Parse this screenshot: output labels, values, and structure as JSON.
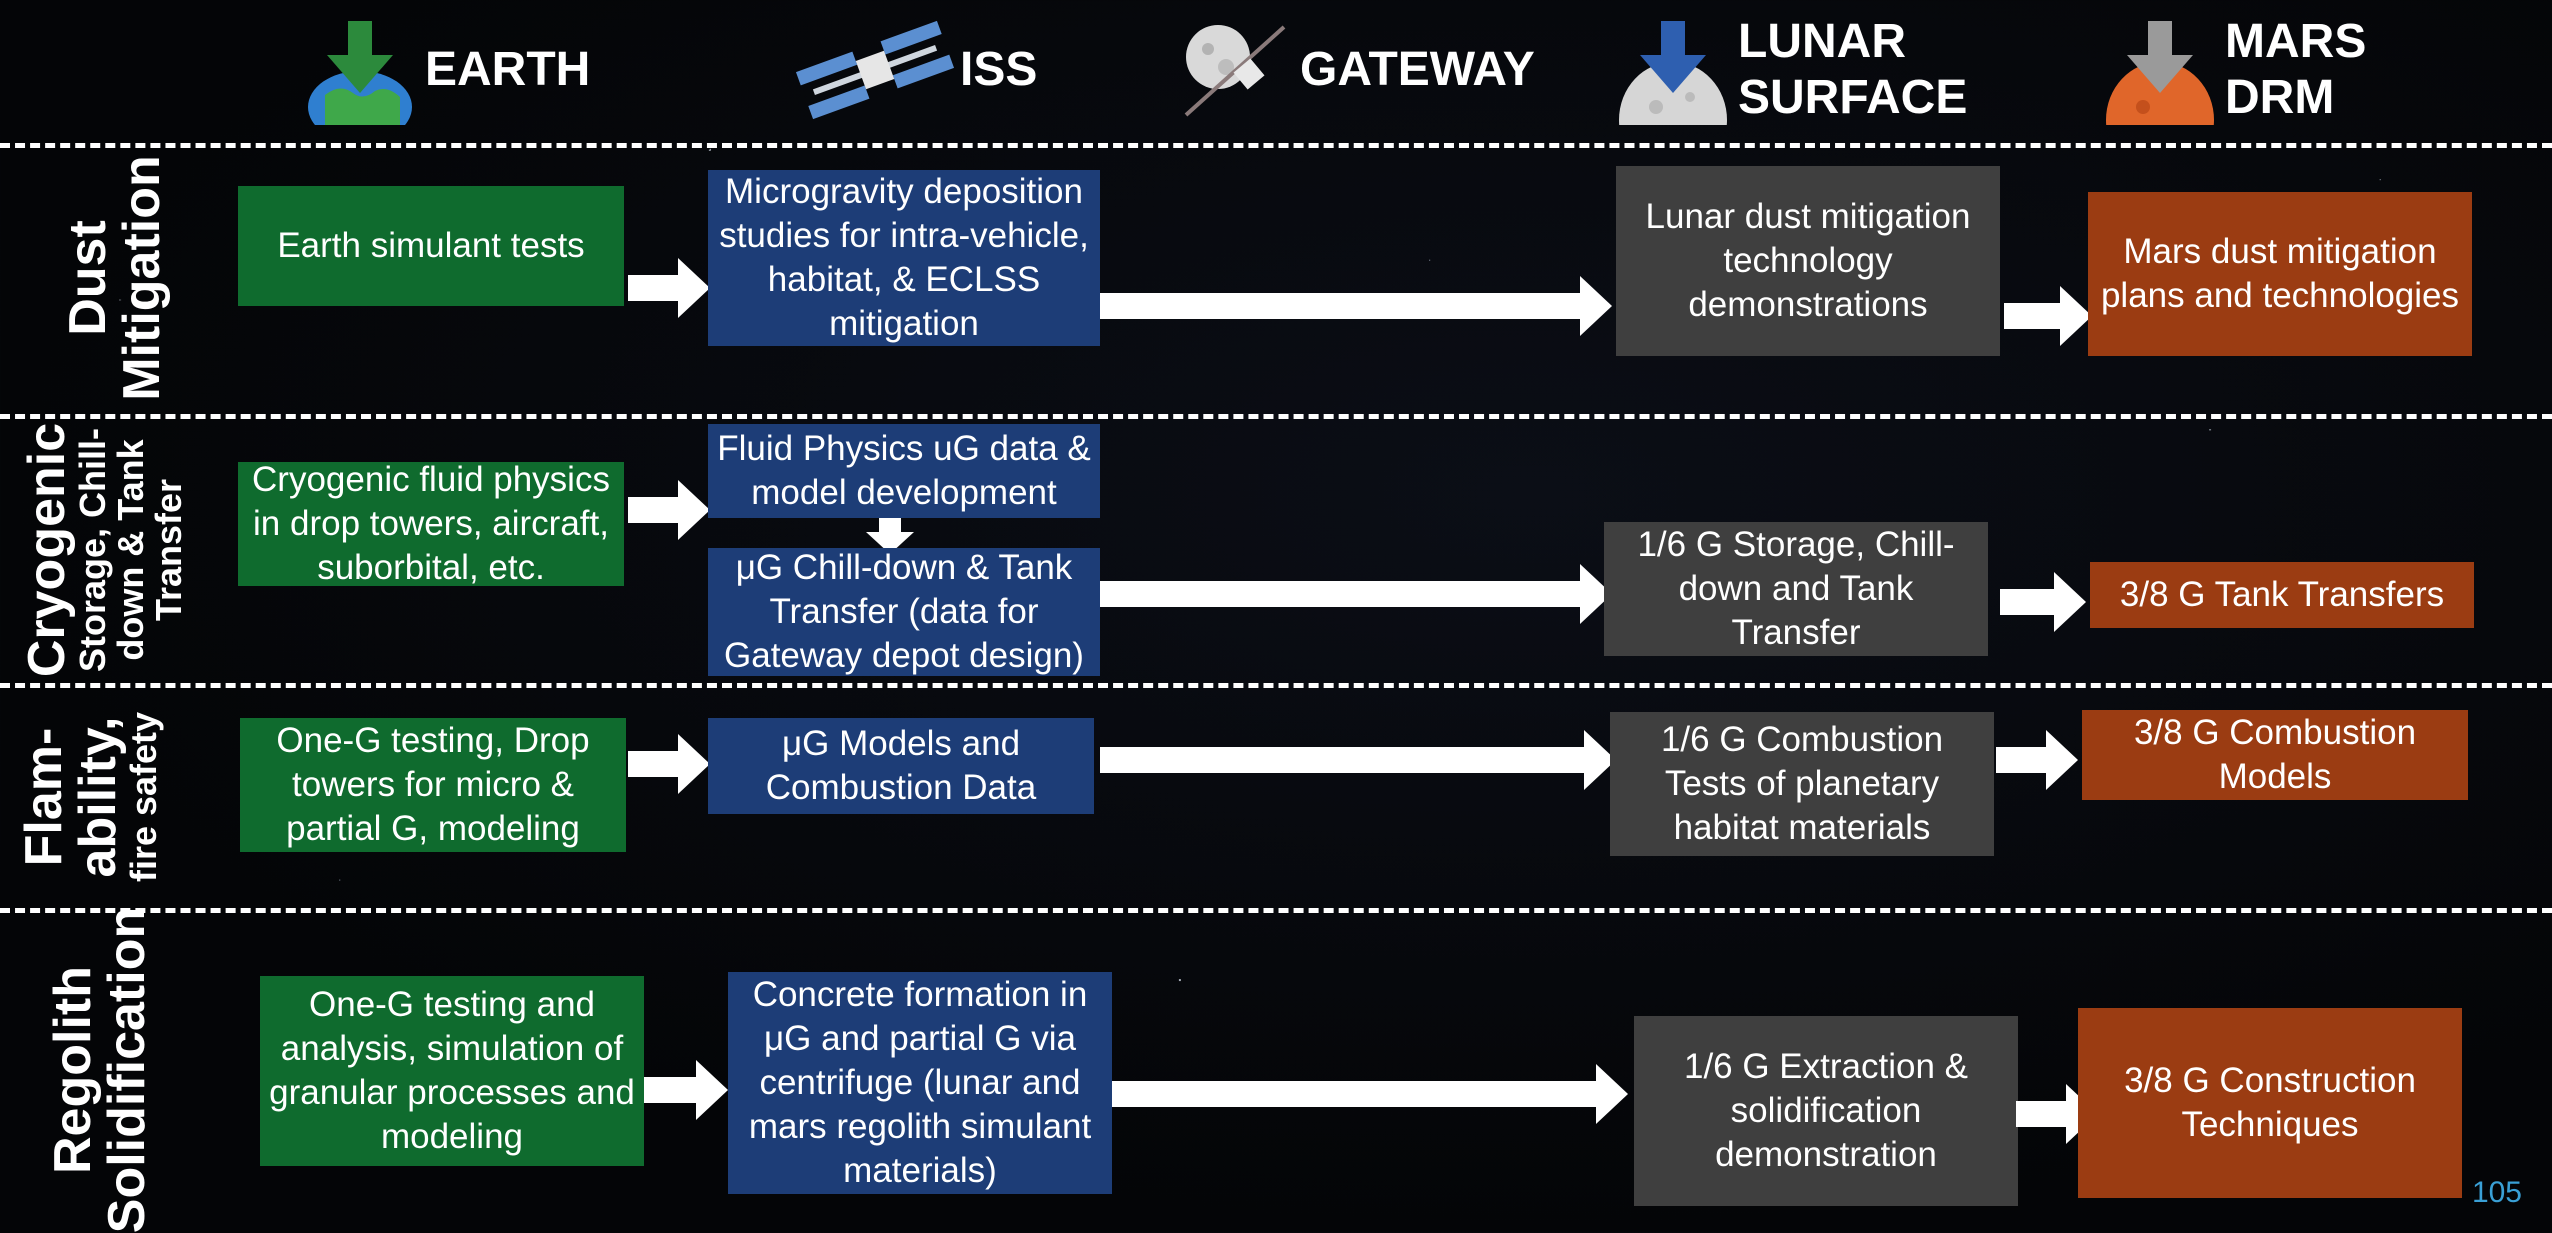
{
  "columns": {
    "earth": "EARTH",
    "iss": "ISS",
    "gateway": "GATEWAY",
    "lunar": "LUNAR\nSURFACE",
    "mars": "MARS\nDRM"
  },
  "rows": {
    "dust": {
      "label_line1": "Dust",
      "label_line2": "Mitigation"
    },
    "cryo": {
      "label_line1": "Cryogenic",
      "label_line2": "Storage, Chill-",
      "label_line3": "down & Tank",
      "label_line4": "Transfer"
    },
    "flam": {
      "label_line1": "Flam-",
      "label_line2": "ability,",
      "label_line3": "fire safety"
    },
    "regolith": {
      "label_line1": "Regolith",
      "label_line2": "Solidification"
    }
  },
  "boxes": {
    "dust_earth": "Earth simulant tests",
    "dust_iss": "Microgravity deposition studies for intra-vehicle, habitat, & ECLSS mitigation",
    "dust_lunar": "Lunar dust mitigation technology demonstrations",
    "dust_mars": "Mars dust mitigation plans and technologies",
    "cryo_earth": "Cryogenic fluid physics in drop towers, aircraft, suborbital, etc.",
    "cryo_iss_top": "Fluid Physics uG data & model development",
    "cryo_iss_bottom": "μG Chill-down & Tank Transfer (data for Gateway depot design)",
    "cryo_lunar": "1/6 G Storage, Chill-down and Tank Transfer",
    "cryo_mars": "3/8 G Tank Transfers",
    "flam_earth": "One-G testing, Drop towers for micro & partial G, modeling",
    "flam_iss": "μG Models and Combustion Data",
    "flam_lunar": "1/6 G Combustion Tests of planetary habitat materials",
    "flam_mars": "3/8 G Combustion Models",
    "reg_earth": "One-G testing and analysis, simulation of granular processes and modeling",
    "reg_iss": "Concrete formation in μG and partial G via centrifuge (lunar and mars regolith simulant materials)",
    "reg_lunar": "1/6 G Extraction & solidification demonstration",
    "reg_mars": "3/8 G Construction Techniques"
  },
  "page_number": "105",
  "colors": {
    "earth": "#0f6b2e",
    "iss": "#1d3d77",
    "lunar": "#3f3f3f",
    "mars": "#9b3c12",
    "page_number": "#3aa0d6"
  }
}
